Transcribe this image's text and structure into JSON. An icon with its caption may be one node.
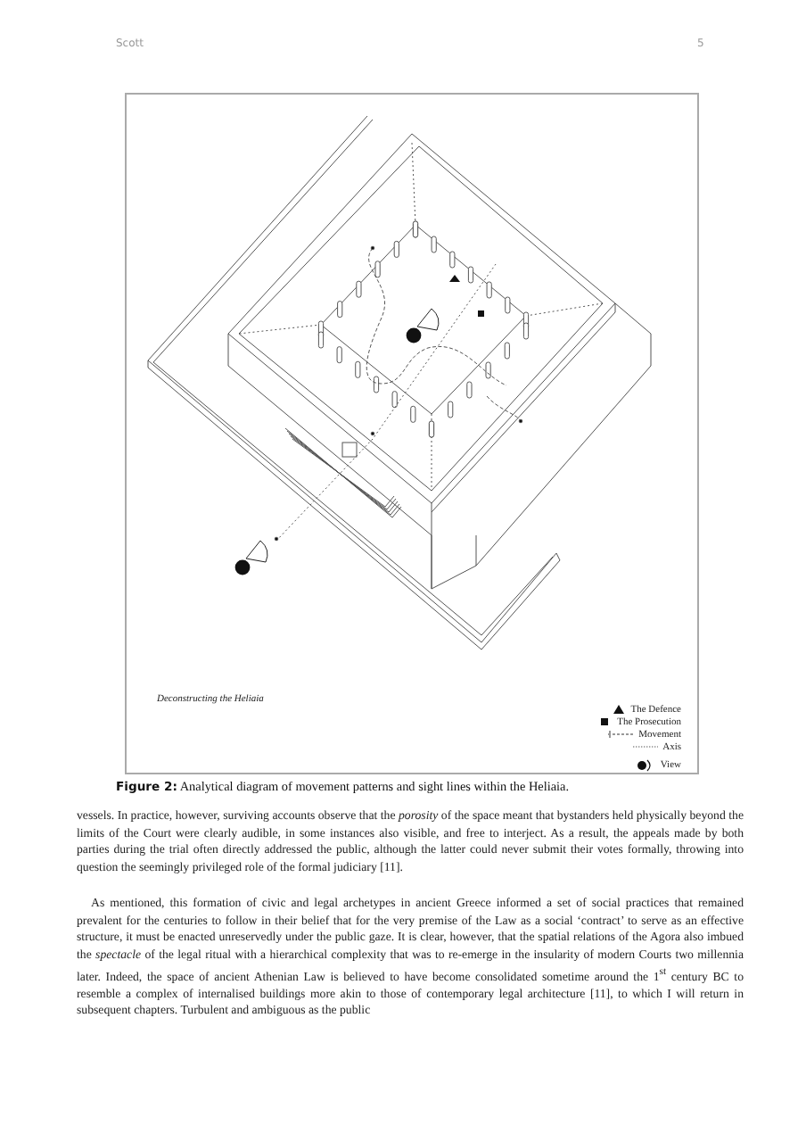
{
  "diagram": {
    "title": "Deconstructing the Heliaia",
    "caption": "**Figure 2:** Analytical diagram of movement patterns and sight lines within the Heliaia.",
    "labels": [
      "Scott",
      "5",
      "vessels. In practice, however, surviving accounts observe that the *porosity* of the space meant that bystanders held physically beyond the limits of the Court were clearly audible, in some instances also visible, and free to interject. As a result, the appeals made by both parties during the trial often directly addressed the public, although the latter could never submit their votes formally, throwing into question the seemingly privileged role of the formal judiciary [11].",
      "As mentioned, this formation of civic and legal archetypes in ancient Greece informed a set of social practices that remained prevalent for the centuries to follow in their belief that for the very premise of the Law as a social ‘contract’ to serve as an effective structure, it must be enacted unreservedly under the public gaze. It is clear, however, that the spatial relations of the Agora also imbued the *spectacle* of the legal ritual with a hierarchical complexity that was to re-emerge in the insularity of modern Courts two millennia later. Indeed, the space of ancient Athenian Law is believed to have become consolidated sometime around the 1$^{st}$ century BC to resemble a complex of internalised buildings more akin to those of contemporary legal architecture [11], to which I will return in subsequent chapters. Turbulent and ambiguous as the public"
    ],
    "legend": [
      {
        "text": "The Defence"
      },
      {
        "text": "The Prosecution"
      },
      {
        "text": "Movement"
      },
      {
        "text": "Axis"
      },
      {
        "text": "View"
      }
    ]
  }
}
